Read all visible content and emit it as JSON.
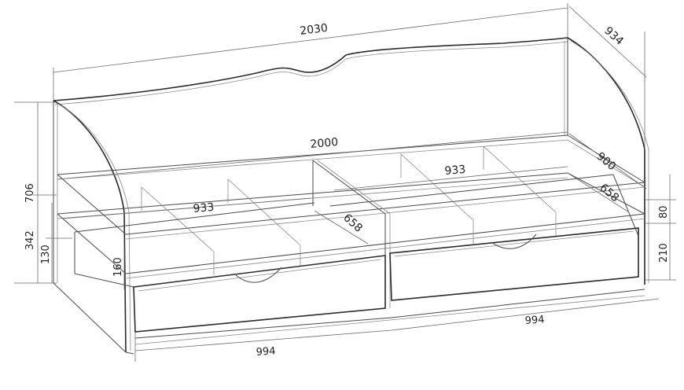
{
  "dimensions": {
    "overall_length": "2030",
    "overall_depth": "934",
    "inner_length": "2000",
    "inner_depth": "900",
    "drawer_inner_length_left": "933",
    "drawer_inner_length_right": "933",
    "drawer_inner_depth_left": "658",
    "drawer_inner_depth_right": "658",
    "height_total": "706",
    "height_side": "342",
    "height_base": "130",
    "drawer_front_height": "160",
    "headboard_top": "80",
    "drawer_height_right": "210",
    "drawer_front_width_left": "994",
    "drawer_front_width_right": "994"
  }
}
